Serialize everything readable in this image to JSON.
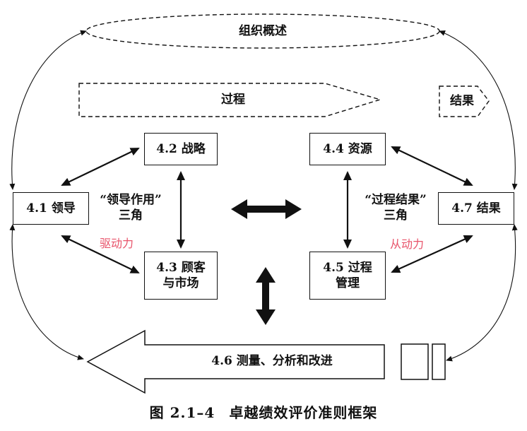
{
  "title_ellipse": "组织概述",
  "process_label": "过程",
  "result_label": "结果",
  "boxes": {
    "leadership": "4.1 领导",
    "strategy": "4.2 战略",
    "customer_line1": "4.3 顾客",
    "customer_line2": "与市场",
    "resources": "4.4 资源",
    "process_mgmt_line1": "4.5 过程",
    "process_mgmt_line2": "管理",
    "results": "4.7 结果"
  },
  "triangle_left_line1": "“领导作用”",
  "triangle_left_line2": "三角",
  "triangle_right_line1": "“过程结果”",
  "triangle_right_line2": "三角",
  "driving_force": "驱动力",
  "driven_force": "从动力",
  "measurement": "4.6 测量、分析和改进",
  "caption_number": "图 2.1–4",
  "caption_text": "卓越绩效评价准则框架"
}
